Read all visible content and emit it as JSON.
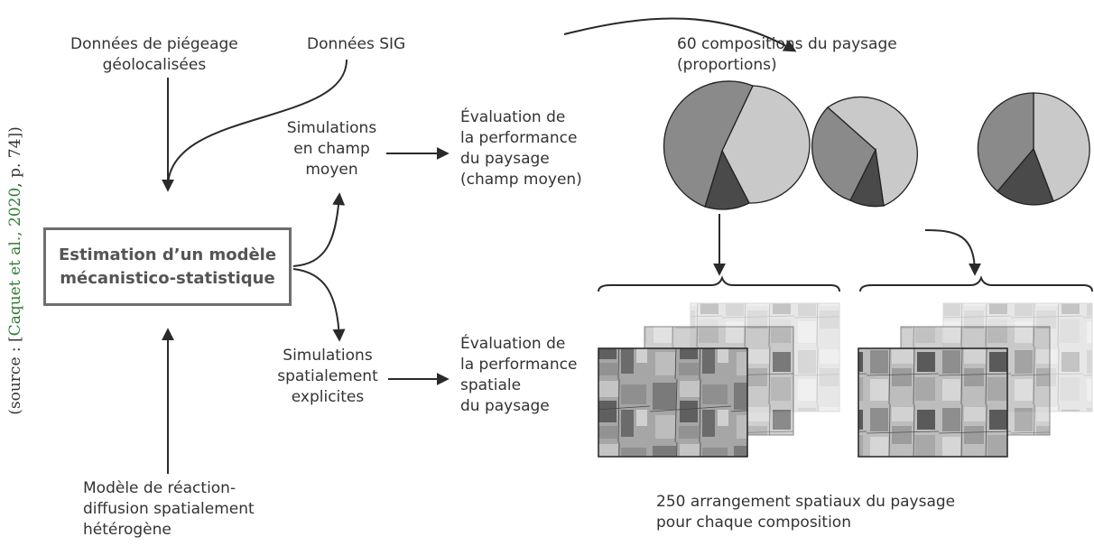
{
  "source": {
    "prefix": "(source : [",
    "ref": "Caquet et al., 2020",
    "suffix": ", p. 74])"
  },
  "inputs": {
    "trapping": [
      "Données de piégeage",
      "géolocalisées"
    ],
    "gis": "Données SIG",
    "model": [
      "Modèle de réaction-",
      "diffusion spatialement",
      "hétérogène"
    ]
  },
  "estimation": [
    "Estimation d’un modèle",
    "mécanistico-statistique"
  ],
  "mean_field": {
    "simulation": [
      "Simulations",
      "en champ",
      "moyen"
    ],
    "evaluation": [
      "Évaluation de",
      "la performance",
      "du paysage",
      "(champ moyen)"
    ]
  },
  "spatial": {
    "simulation": [
      "Simulations",
      "spatialement",
      "explicites"
    ],
    "evaluation": [
      "Évaluation de",
      "la performance",
      "spatiale",
      "du paysage"
    ]
  },
  "compositions": [
    "60 compositions du paysage",
    "(proportions)"
  ],
  "arrangements": [
    "250 arrangement spatiaux du paysage",
    "pour chaque composition"
  ],
  "colors": {
    "light": "#c9c9c9",
    "medium": "#8a8a8a",
    "dark": "#4a4a4a",
    "line": "#2a2a2a"
  }
}
